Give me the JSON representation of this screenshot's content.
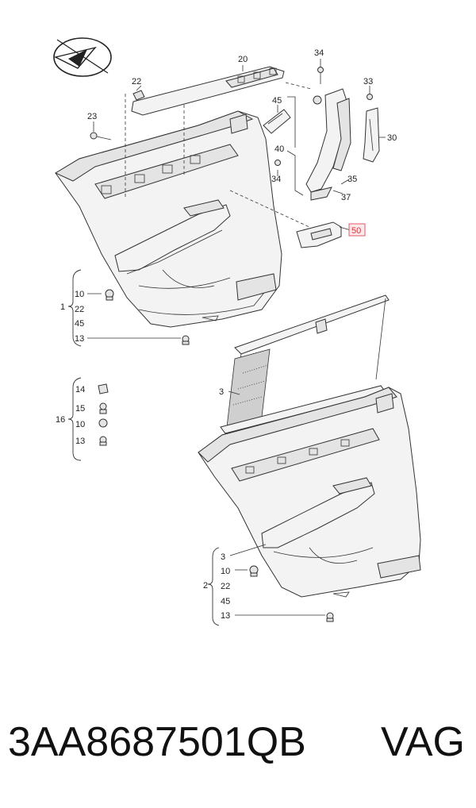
{
  "callouts": {
    "c20": "20",
    "c22": "22",
    "c23": "23",
    "c34a": "34",
    "c33": "33",
    "c45": "45",
    "c30": "30",
    "c40": "40",
    "c34b": "34",
    "c35": "35",
    "c37": "37",
    "c50": "50",
    "g1": "1",
    "g1_10": "10",
    "g1_22": "22",
    "g1_45": "45",
    "g1_13": "13",
    "g16": "16",
    "g16_14": "14",
    "g16_15": "15",
    "g16_10": "10",
    "g16_13": "13",
    "c3": "3",
    "g2": "2",
    "g2_3": "3",
    "g2_10": "10",
    "g2_22": "22",
    "g2_45": "45",
    "g2_13": "13"
  },
  "footer": {
    "part_number": "3AA8687501QB",
    "brand": "VAG"
  },
  "colors": {
    "highlight": "#e05a64",
    "line": "#333333"
  }
}
